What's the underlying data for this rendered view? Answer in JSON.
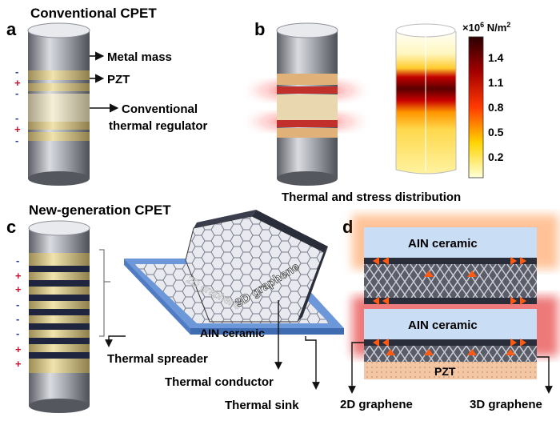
{
  "panels": {
    "a": {
      "letter": "a",
      "title": "Conventional CPET",
      "labels": [
        "Metal mass",
        "PZT",
        "Conventional",
        "thermal regulator"
      ],
      "signs": [
        "-",
        "+",
        "-",
        "-",
        "+",
        "-"
      ]
    },
    "b": {
      "letter": "b",
      "colorbar_unit_prefix": "×10",
      "colorbar_unit_exp": "6",
      "colorbar_unit_suffix": " N/m",
      "colorbar_unit_exp2": "2",
      "colorbar_ticks": [
        "1.4",
        "1.1",
        "0.8",
        "0.5",
        "0.2"
      ],
      "caption": "Thermal and stress distribution"
    },
    "c": {
      "letter": "c",
      "title": "New-generation CPET",
      "signs": [
        "-",
        "+",
        "+",
        "-",
        "-",
        "-",
        "+",
        "+"
      ],
      "texture_2d": "2D graphene",
      "label_3d": "3D graphene",
      "label_ceramic": "AIN ceramic",
      "labels": [
        "Thermal spreader",
        "Thermal conductor",
        "Thermal sink"
      ]
    },
    "d": {
      "letter": "d",
      "ceramic1": "AIN ceramic",
      "ceramic2": "AIN ceramic",
      "pzt": "PZT",
      "label_2d": "2D graphene",
      "label_3d": "3D graphene"
    }
  },
  "colors": {
    "metal": "#8e9099",
    "pzt_band": "#e3d39a",
    "regulator": "#ece6c4",
    "sign_red": "#c8102e",
    "sign_blue": "#1f3f99",
    "ceramic": "#c9ddf5",
    "stack_dark": "#2a2d3a",
    "pzt_block": "#f2c9a8",
    "heat_red": "#d0101a"
  }
}
